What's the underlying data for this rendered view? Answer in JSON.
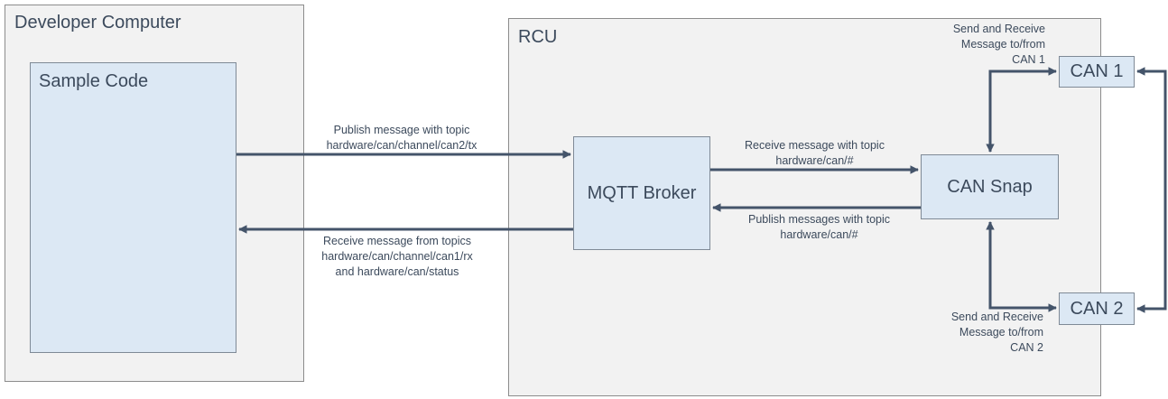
{
  "developer_computer": {
    "title": "Developer Computer"
  },
  "sample_code": {
    "label": "Sample Code"
  },
  "rcu": {
    "title": "RCU"
  },
  "mqtt_broker": {
    "label": "MQTT Broker"
  },
  "can_snap": {
    "label": "CAN Snap"
  },
  "can1": {
    "label": "CAN 1"
  },
  "can2": {
    "label": "CAN 2"
  },
  "arrow_labels": {
    "publish_can2": [
      "Publish message with topic",
      "hardware/can/channel/can2/tx"
    ],
    "receive_can1": [
      "Receive message from topics",
      "hardware/can/channel/can1/rx",
      "and hardware/can/status"
    ],
    "snap_receive": [
      "Receive message with topic",
      "hardware/can/#"
    ],
    "snap_publish": [
      "Publish messages with topic",
      "hardware/can/#"
    ],
    "can1_sendreceive": [
      "Send and Receive",
      "Message to/from",
      "CAN 1"
    ],
    "can2_sendreceive": [
      "Send and Receive",
      "Message to/from",
      "CAN 2"
    ]
  },
  "colors": {
    "arrow": "#44546a",
    "component_fill": "#dce8f4",
    "container_fill": "#f2f2f2"
  }
}
